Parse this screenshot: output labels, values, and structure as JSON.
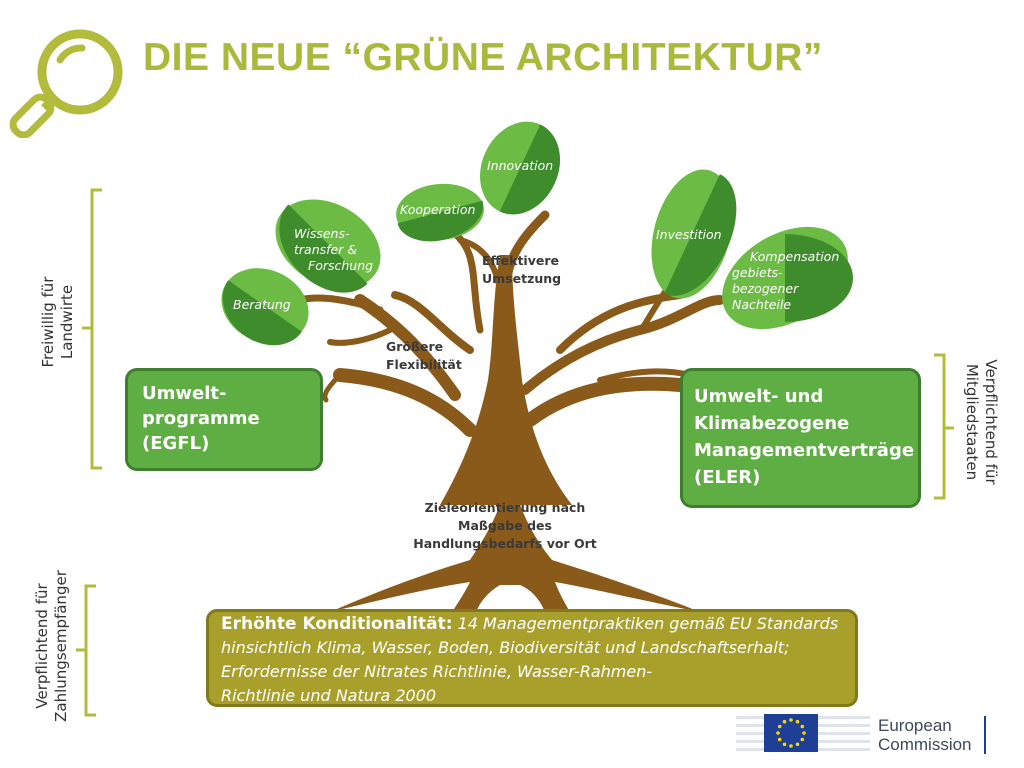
{
  "title": "DIE NEUE “GRÜNE ARCHITEKTUR”",
  "colors": {
    "title": "#a9b93c",
    "leaf_light": "#6cbb45",
    "leaf_dark": "#3f8c2c",
    "trunk": "#8a5a1a",
    "box_green": "#5fae44",
    "box_olive": "#a9a02c",
    "bracket": "#b3bb3c"
  },
  "leaves": {
    "innovation": "Innovation",
    "kooperation": "Kooperation",
    "wissenstransfer": [
      "Wissens-",
      "transfer &",
      "Forschung"
    ],
    "beratung": "Beratung",
    "investition": "Investition",
    "kompensation": [
      "Kompensation",
      "gebiets-",
      "bezogener",
      "Nachteile"
    ]
  },
  "tree_labels": {
    "effektivere": [
      "Effektivere",
      "Umsetzung"
    ],
    "flexibilitaet": [
      "Größere",
      "Flexibilität"
    ],
    "zieleorientierung": [
      "Zieleorientierung nach",
      "Maßgabe des",
      "Handlungsbedarfs vor Ort"
    ]
  },
  "boxes": {
    "umweltprogramme": [
      "Umwelt-",
      "programme",
      "(EGFL)"
    ],
    "managementvertraege": [
      "Umwelt- und",
      "Klimabezogene",
      "Managementverträge",
      "(ELER)"
    ]
  },
  "conditionality": {
    "heading": "Erhöhte Konditionalität:",
    "line1": "14 Managementpraktiken gemäß EU Standards",
    "line2": "hinsichtlich Klima, Wasser, Boden, Biodiversität und Landschaftserhalt;",
    "line3": "Erfordernisse der Nitrates Richtlinie, Wasser-Rahmen-",
    "line4": "Richtlinie  und Natura 2000"
  },
  "side_labels": {
    "freiwillig": [
      "Freiwillig für",
      "Landwirte"
    ],
    "mitgliedstaaten": [
      "Verpflichtend für",
      "Mitgliedstaaten"
    ],
    "zahlungsempfaenger": [
      "Verpflichtend für",
      "Zahlungsempfänger"
    ]
  },
  "logo": {
    "line1": "European",
    "line2": "Commission"
  }
}
